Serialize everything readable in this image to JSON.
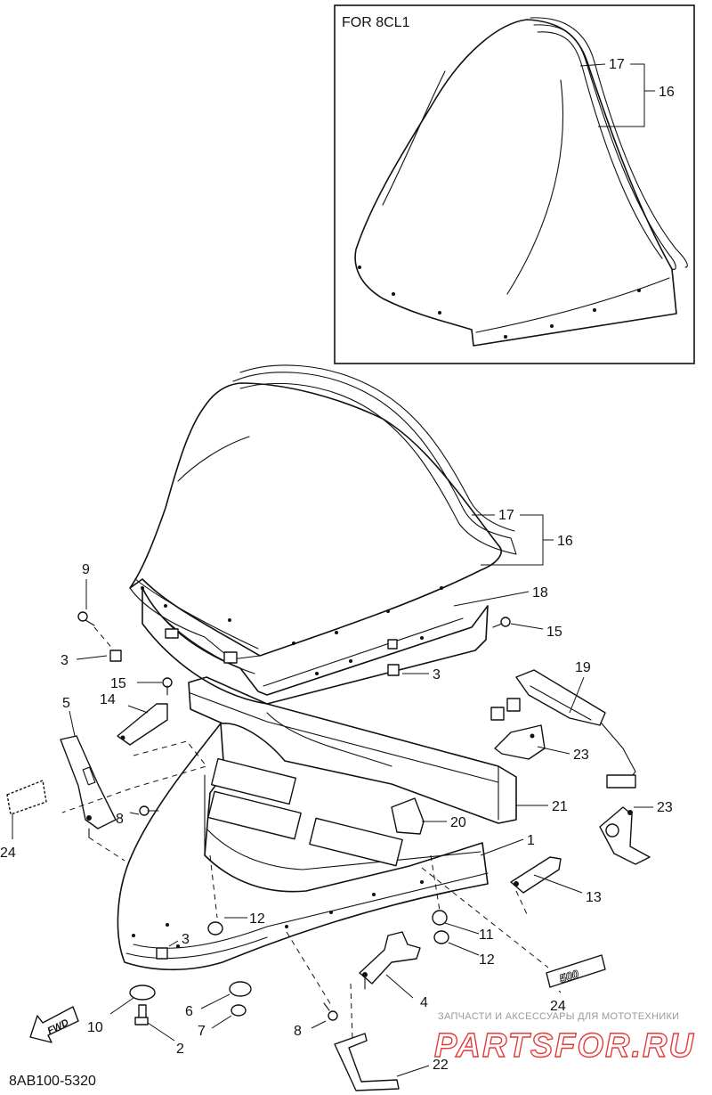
{
  "diagram": {
    "inset_label": "FOR 8CL1",
    "code": "8AB100-5320",
    "fwd_label": "FWD",
    "emblem_text": "500",
    "callouts": {
      "c1": "1",
      "c2": "2",
      "c3a": "3",
      "c3b": "3",
      "c3c": "3",
      "c4": "4",
      "c5": "5",
      "c6": "6",
      "c7": "7",
      "c8a": "8",
      "c8b": "8",
      "c9": "9",
      "c10": "10",
      "c11": "11",
      "c12a": "12",
      "c12b": "12",
      "c13": "13",
      "c14": "14",
      "c15a": "15",
      "c15b": "15",
      "c16a": "16",
      "c16b": "16",
      "c17a": "17",
      "c17b": "17",
      "c18": "18",
      "c19": "19",
      "c20": "20",
      "c21": "21",
      "c22": "22",
      "c23a": "23",
      "c23b": "23",
      "c24a": "24",
      "c24b": "24"
    }
  },
  "watermark": {
    "tagline": "ЗАПЧАСТИ И АКСЕССУАРЫ ДЛЯ МОТОТЕХНИКИ",
    "brand": "PARTSFOR.RU",
    "brand_color": "#e53a3a"
  }
}
